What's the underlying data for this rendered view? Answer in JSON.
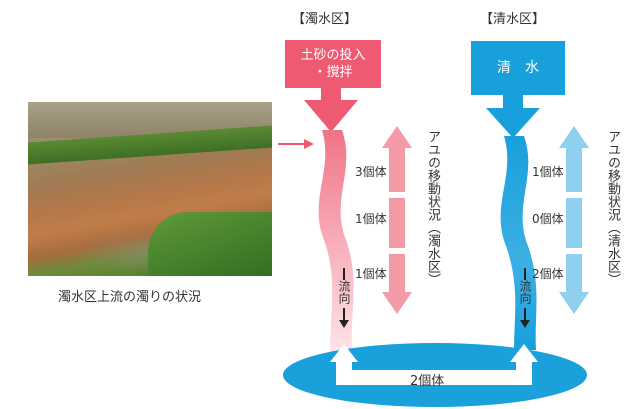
{
  "turbid_zone": {
    "title": "【濁水区】",
    "source_box": {
      "line1": "土砂の投入",
      "line2": "・撹拌"
    },
    "side_label": "アユの移動状況（濁水区）",
    "counts": [
      "3個体",
      "1個体",
      "1個体"
    ],
    "flow_label": "流向",
    "color": "#ee5a72"
  },
  "clear_zone": {
    "title": "【清水区】",
    "source_box": {
      "text": "清　水"
    },
    "side_label": "アユの移動状況（清水区）",
    "counts": [
      "1個体",
      "0個体",
      "2個体"
    ],
    "flow_label": "流向",
    "color": "#1aa1dc"
  },
  "pond": {
    "count": "2個体",
    "color": "#1ba1dc"
  },
  "photo": {
    "caption": "濁水区上流の濁りの状況"
  }
}
